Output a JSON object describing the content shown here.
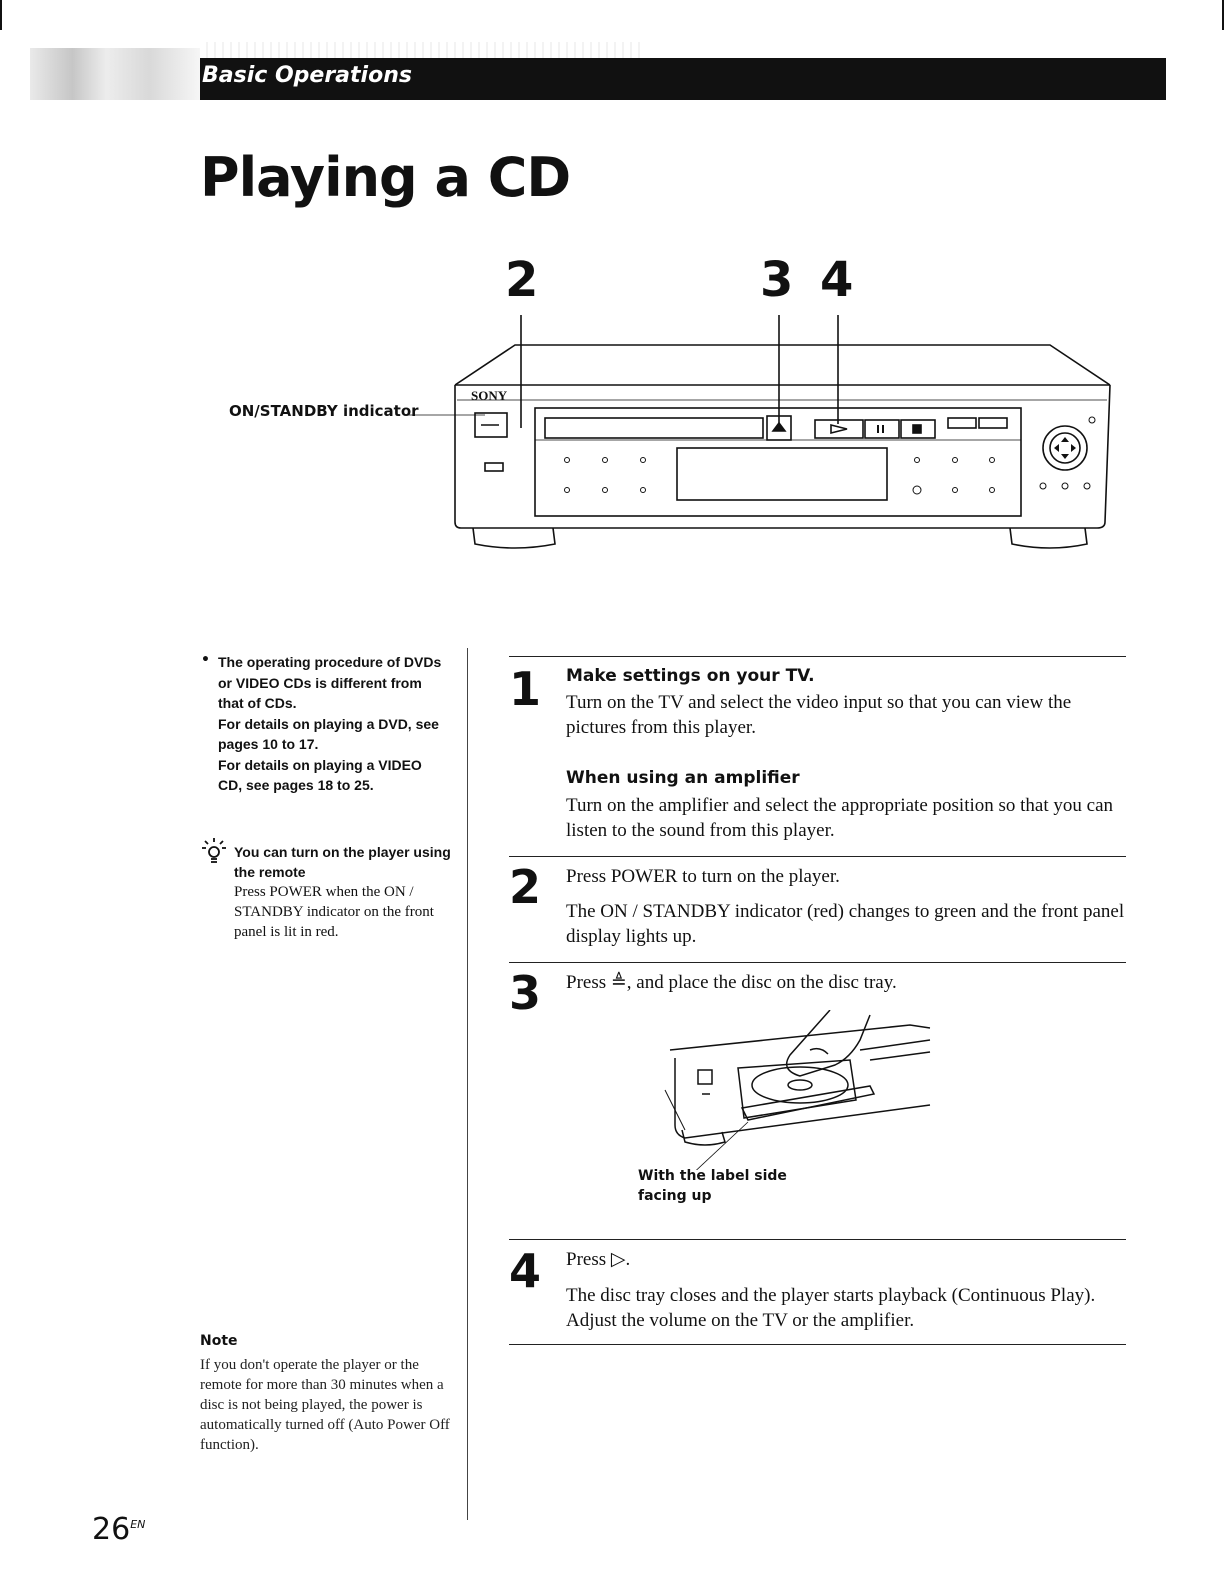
{
  "header": {
    "section": "Basic Operations"
  },
  "title": "Playing a CD",
  "diagram": {
    "callout_2": "2",
    "callout_3": "3",
    "callout_4": "4",
    "standby_label": "ON/STANDBY indicator",
    "brand": "SONY"
  },
  "sidebar": {
    "bullet": "•",
    "lines": [
      "The operating procedure of DVDs",
      "or VIDEO CDs is different from",
      "that of CDs.",
      "For details on playing a DVD, see",
      "pages 10 to 17.",
      "For details on playing a VIDEO",
      "CD, see pages 18 to 25."
    ],
    "tip_head": "You can turn on the player using the remote",
    "tip_body": "Press POWER when the ON / STANDBY indicator on the front panel is lit in red."
  },
  "note": {
    "heading": "Note",
    "body": "If you don't operate the player or the remote for more than 30 minutes when a disc is not being played, the power is automatically turned off (Auto Power Off function)."
  },
  "steps": [
    {
      "number": "1",
      "heading": "Make settings on your TV.",
      "text": "Turn on the TV and select the video input so that you can view the pictures from this player.",
      "sub_heading": "When using an amplifier",
      "sub_text": "Turn on the amplifier and select the appropriate position so that you can listen to the sound from this player."
    },
    {
      "number": "2",
      "text": "Press POWER to turn on the player.",
      "text2": "The ON / STANDBY indicator (red) changes to green and the front panel display lights up."
    },
    {
      "number": "3",
      "text": "Press ≜, and place the disc on the disc tray.",
      "caption_line1": "With the label side",
      "caption_line2": "facing up"
    },
    {
      "number": "4",
      "text": "Press ▷.",
      "text2": "The disc tray closes and the player starts playback (Continuous Play). Adjust the volume on the TV or the amplifier."
    }
  ],
  "footer": {
    "page": "26",
    "suffix": "EN"
  }
}
